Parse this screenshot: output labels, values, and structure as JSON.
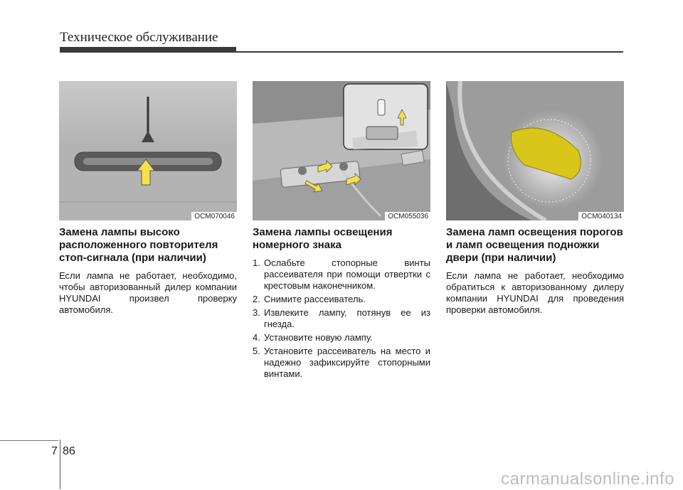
{
  "header": {
    "title": "Техническое обслуживание"
  },
  "sections": [
    {
      "figure_code": "OCM070046",
      "title": "Замена лампы высоко расположенного повторителя стоп-сигнала (при наличии)",
      "paragraph": "Если лампа не работает, необходимо, чтобы авторизованный дилер компании HYUNDAI произвел проверку автомобиля."
    },
    {
      "figure_code": "OCM055036",
      "title": "Замена лампы освещения номерного знака",
      "steps": [
        {
          "num": "1.",
          "text": "Ослабьте стопорные винты рассеивателя при помощи отвертки с крестовым наконечником."
        },
        {
          "num": "2.",
          "text": "Снимите рассеиватель."
        },
        {
          "num": "3.",
          "text": "Извлеките лампу, потянув ее из гнезда."
        },
        {
          "num": "4.",
          "text": "Установите новую лампу."
        },
        {
          "num": "5.",
          "text": "Установите рассеиватель на место и надежно зафиксируйте стопорными винтами."
        }
      ]
    },
    {
      "figure_code": "OCM040134",
      "title": "Замена ламп освещения порогов и ламп освещения подножки двери (при наличии)",
      "paragraph": "Если лампа не работает, необходимо обратиться к авторизованному дилеру компании HYUNDAI для проведения проверки автомобиля."
    }
  ],
  "footer": {
    "chapter": "7",
    "page": "86",
    "watermark": "carmanualsonline.info"
  },
  "colors": {
    "accent_arrow": "#f2e24a",
    "header_bar": "#3a3a3a",
    "lamp_yellow": "#d8c61a"
  }
}
